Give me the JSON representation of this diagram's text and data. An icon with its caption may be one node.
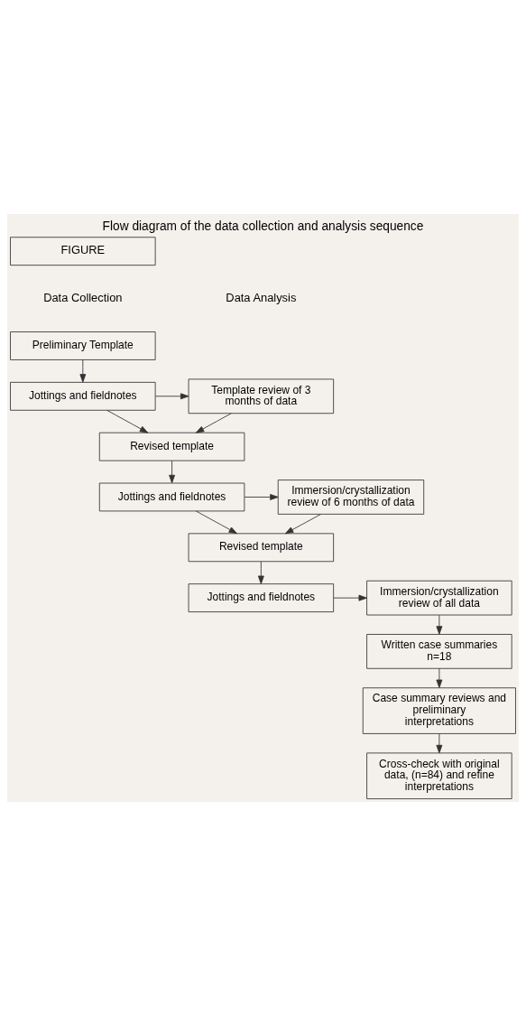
{
  "diagram": {
    "title": "Flow diagram of the data collection and analysis sequence",
    "nodes": [
      {
        "text": [
          "Preliminary Template"
        ]
      },
      {
        "text": [
          "Jottings and fieldnotes"
        ]
      },
      {
        "text": [
          "Template review of 3 months of data"
        ]
      },
      {
        "text": [
          "Revised template"
        ]
      },
      {
        "text": [
          "Jottings and fieldnotes"
        ]
      },
      {
        "text": [
          "Immersion/crystallization review of 6 months of data"
        ]
      },
      {
        "text": [
          "Revised template"
        ]
      },
      {
        "text": [
          "Jottings and fieldnotes"
        ]
      },
      {
        "text": [
          "Immersion/crystallization review of all data"
        ]
      },
      {
        "text": [
          "Written case summaries n=18"
        ]
      },
      {
        "text": [
          "Case summary reviews and preliminary interpretations"
        ]
      },
      {
        "text": [
          "Cross-check with original data, (n=84) and refine interpretations"
        ]
      }
    ],
    "edges": [
      {
        "from": 0,
        "to": 1,
        "arrow": "to"
      },
      {
        "from": 1,
        "to": 2,
        "arrow": "to"
      },
      {
        "from": 1,
        "to": 3,
        "arrow": "to"
      },
      {
        "from": 2,
        "to": 3,
        "arrow": "to"
      },
      {
        "from": 3,
        "to": 4,
        "arrow": "to"
      },
      {
        "from": 4,
        "to": 5,
        "arrow": "to"
      },
      {
        "from": 4,
        "to": 6,
        "arrow": "to"
      },
      {
        "from": 5,
        "to": 6,
        "arrow": "to"
      },
      {
        "from": 6,
        "to": 7,
        "arrow": "to"
      },
      {
        "from": 7,
        "to": 8,
        "arrow": "to"
      },
      {
        "from": 8,
        "to": 9,
        "arrow": "to"
      },
      {
        "from": 9,
        "to": 10,
        "arrow": "to"
      },
      {
        "from": 10,
        "to": 11,
        "arrow": "to"
      }
    ],
    "labels": [
      "FIGURE",
      "Data Collection",
      "Data Analysis"
    ]
  }
}
